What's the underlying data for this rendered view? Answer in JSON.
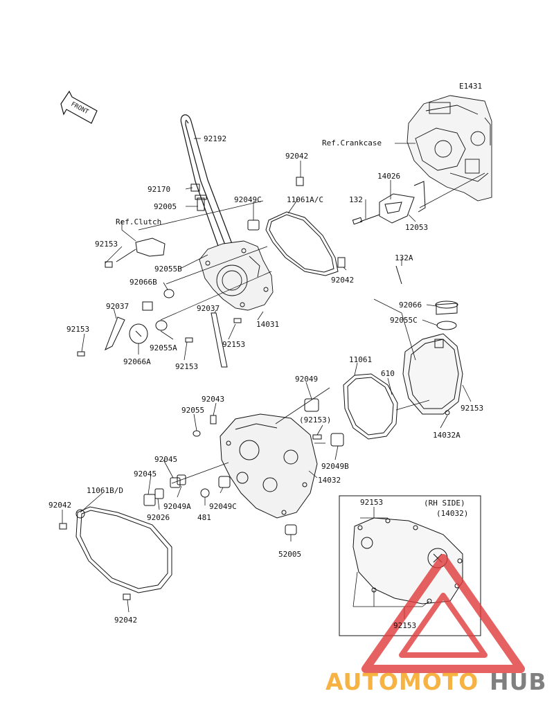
{
  "diagram": {
    "code": "E1431",
    "front_label": "FRONT",
    "refs": {
      "crankcase": "Ref.Crankcase",
      "clutch": "Ref.Clutch",
      "rh_side": "(RH SIDE)",
      "rh_side_part": "(14032)"
    },
    "labels": {
      "p92192": "92192",
      "p92042_top": "92042",
      "p92170": "92170",
      "p92005": "92005",
      "p92049C_top": "92049C",
      "p11061AC": "11061A/C",
      "p14026": "14026",
      "p132": "132",
      "p12053": "12053",
      "p92153_left": "92153",
      "p92055B": "92055B",
      "p92066B": "92066B",
      "p92042_mid": "92042",
      "p132A": "132A",
      "p92037_left": "92037",
      "p92037_mid": "92037",
      "p14031": "14031",
      "p92066": "92066",
      "p92055C": "92055C",
      "p92153_far_left": "92153",
      "p92055A": "92055A",
      "p92066A": "92066A",
      "p92153_mid": "92153",
      "p92153_low": "92153",
      "p11061": "11061",
      "p610": "610",
      "p92153_right": "92153",
      "p14032A": "14032A",
      "p92049": "92049",
      "p92043": "92043",
      "p92055": "92055",
      "p92153_paren": "(92153)",
      "p92049B": "92049B",
      "p92045_a": "92045",
      "p92045_b": "92045",
      "p14032": "14032",
      "p11061BD": "11061B/D",
      "p92049A": "92049A",
      "p92049C_low": "92049C",
      "p92026": "92026",
      "p481": "481",
      "p92042_left": "92042",
      "p52005": "52005",
      "p92153_inset": "92153",
      "p92153_inset_bottom": "92153",
      "p92042_bottom": "92042"
    }
  },
  "watermark": {
    "text_a": "AUTOMOTO",
    "text_b": "HUB",
    "color_a": "#f5a623",
    "color_b": "#6b6b6b",
    "triangle_color": "#e03a3a"
  }
}
